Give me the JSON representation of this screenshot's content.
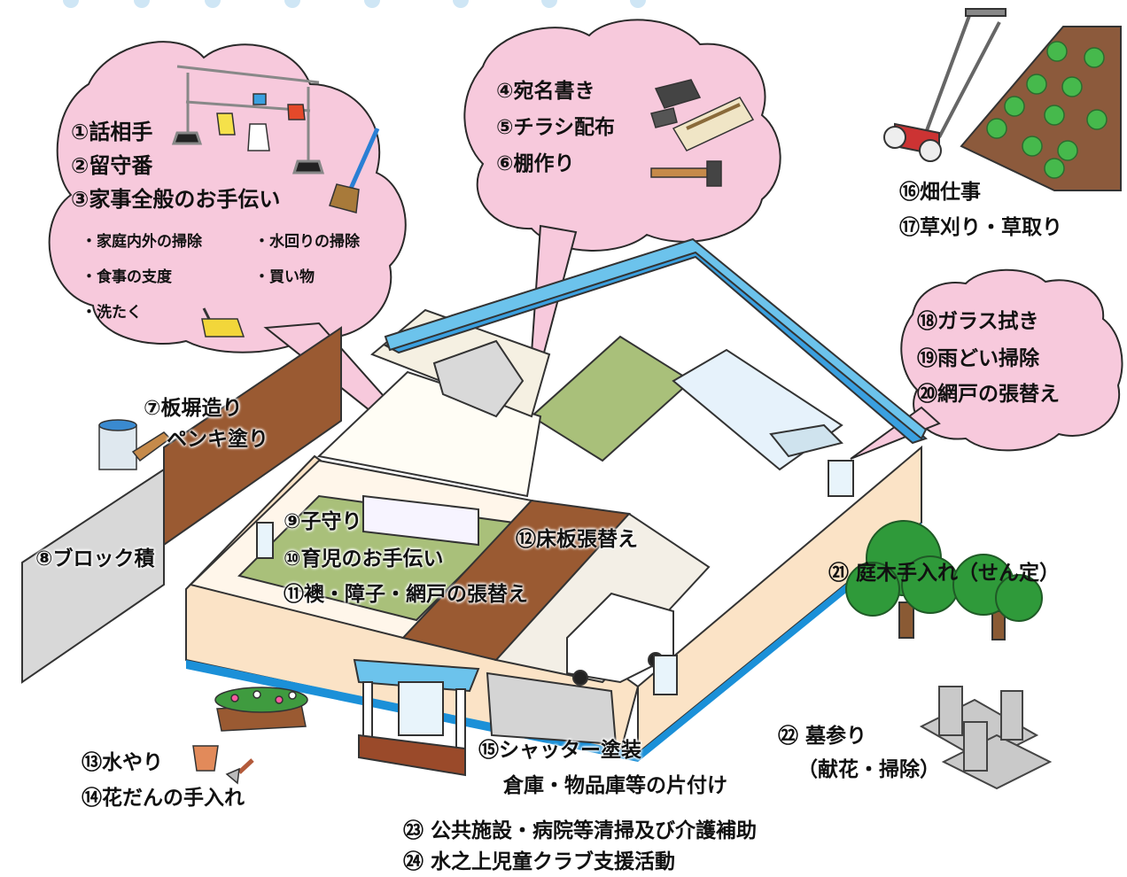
{
  "bubble_left": {
    "items": [
      "①話相手",
      "②留守番",
      "③家事全般のお手伝い"
    ],
    "subitems": [
      "・家庭内外の掃除",
      "・水回りの掃除",
      "・食事の支度",
      "・買い物",
      "・洗たく"
    ]
  },
  "bubble_center": {
    "items": [
      "④宛名書き",
      "⑤チラシ配布",
      "⑥棚作り"
    ]
  },
  "bubble_right": {
    "items": [
      "⑱ガラス拭き",
      "⑲雨どい掃除",
      "⑳網戸の張替え"
    ]
  },
  "labels": {
    "l16": "⑯畑仕事",
    "l17": "⑰草刈り・草取り",
    "l7a": "⑦板塀造り",
    "l7b": "ペンキ塗り",
    "l8": "⑧ブロック積",
    "l9": "⑨子守り",
    "l10": "⑩育児のお手伝い",
    "l11": "⑪襖・障子・網戸の張替え",
    "l12": "⑫床板張替え",
    "l21": "㉑ 庭木手入れ（せん定）",
    "l22a": "㉒ 墓参り",
    "l22b": "（献花・掃除）",
    "l13": "⑬水やり",
    "l14": "⑭花だんの手入れ",
    "l15": "⑮シャッター塗装",
    "l15b": "倉庫・物品庫等の片付け",
    "l23": "㉓ 公共施設・病院等清掃及び介護補助",
    "l24": "㉔ 水之上児童クラブ支援活動"
  },
  "colors": {
    "bubble": "#f7c9dc",
    "roof": "#6cc3ec",
    "wall": "#fbe3c6",
    "fence": "#9a5a32",
    "tree": "#2f9a3a",
    "field": "#8c5a3c",
    "tatami": "#a9c07a"
  }
}
